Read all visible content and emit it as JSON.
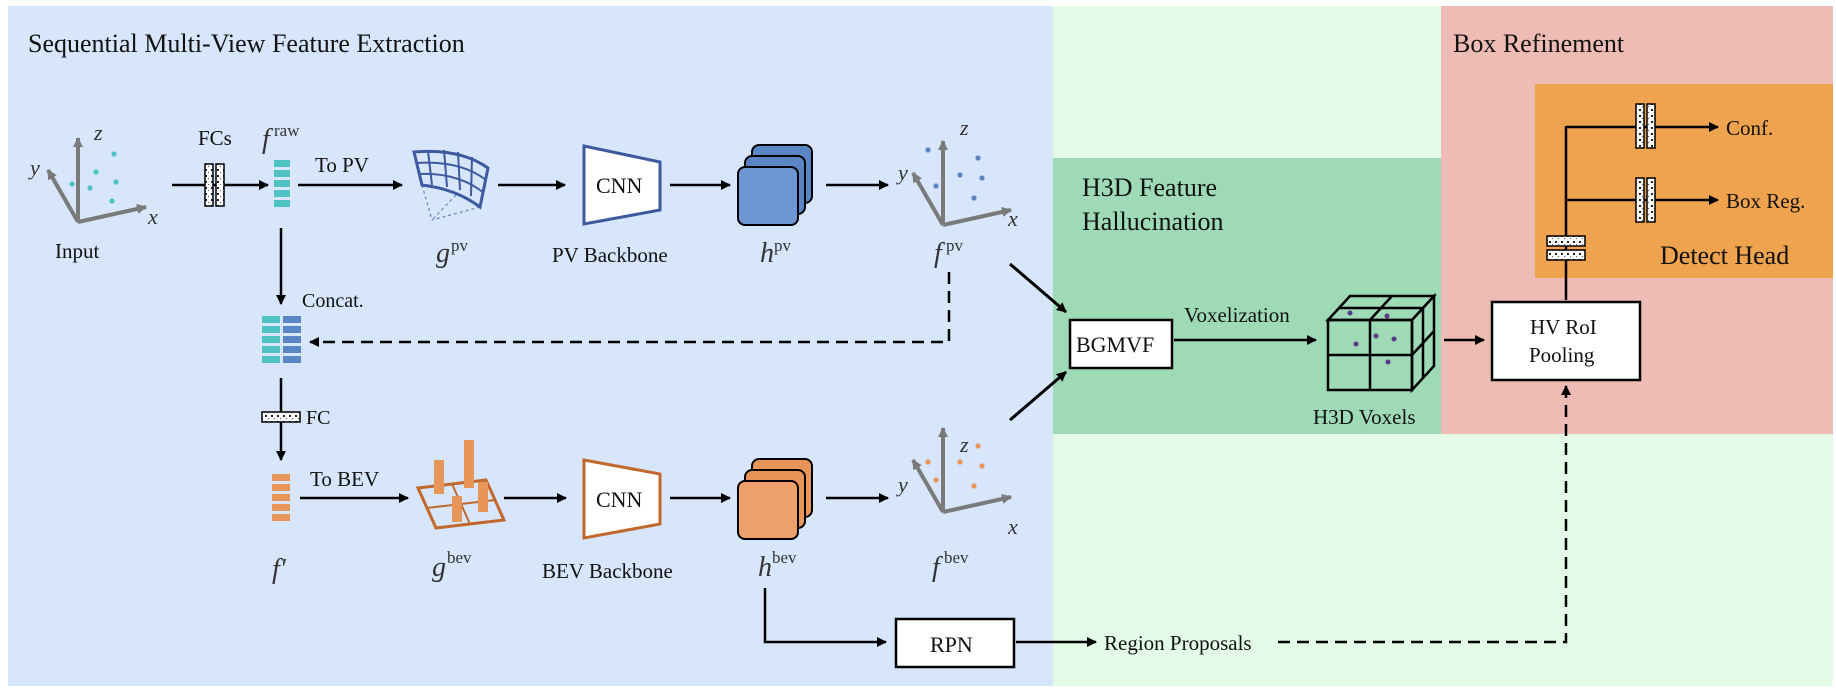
{
  "colors": {
    "blue_region": "#d7e6fb",
    "green_region": "#e3fbe6",
    "green_inner": "#9fdab7",
    "red_region": "#edbcb4",
    "orange_region": "#f0a34e",
    "pv_blue": "#3d5a9f",
    "bev_orange": "#c2682c",
    "teal": "#4fc2c4",
    "orange_feat": "#e8955a",
    "axis_gray": "#7a7a7a"
  },
  "regions": {
    "extraction_title": "Sequential Multi-View Feature Extraction",
    "hallucination_title_line1": "H3D Feature",
    "hallucination_title_line2": "Hallucination",
    "refinement_title": "Box Refinement",
    "detect_head_title": "Detect Head"
  },
  "axes": {
    "x": "x",
    "y": "y",
    "z": "z"
  },
  "labels": {
    "input": "Input",
    "fcs": "FCs",
    "f_raw_base": "f",
    "f_raw_sup": "raw",
    "to_pv": "To PV",
    "g_pv_base": "g",
    "g_pv_sup": "pv",
    "cnn_pv": "CNN",
    "pv_backbone": "PV Backbone",
    "h_pv_base": "h",
    "h_pv_sup": "pv",
    "f_pv_base": "f",
    "f_pv_sup": "pv",
    "concat": "Concat.",
    "fc": "FC",
    "to_bev": "To BEV",
    "f_prime": "f′",
    "g_bev_base": "g",
    "g_bev_sup": "bev",
    "cnn_bev": "CNN",
    "bev_backbone": "BEV Backbone",
    "h_bev_base": "h",
    "h_bev_sup": "bev",
    "f_bev_base": "f",
    "f_bev_sup": "bev",
    "bgmvf": "BGMVF",
    "voxelization": "Voxelization",
    "h3d_voxels": "H3D Voxels",
    "rpn": "RPN",
    "region_proposals": "Region Proposals",
    "hv_roi_line1": "HV RoI",
    "hv_roi_line2": "Pooling",
    "conf": "Conf.",
    "box_reg": "Box Reg."
  }
}
